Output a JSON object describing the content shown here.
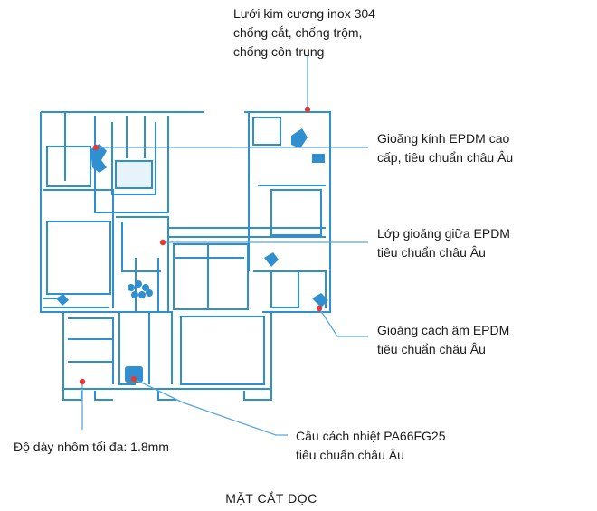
{
  "colors": {
    "profile": "#2f8fd0",
    "profile_light": "#7cc0e8",
    "marker": "#e53935",
    "leader": "#5aa6dc",
    "text": "#1a1a1a"
  },
  "callouts": {
    "mesh": [
      "Lưới kim cương inox 304",
      "chống cắt, chống trộm,",
      "chống côn trung"
    ],
    "glass_gasket": [
      "Gioăng kính EPDM cao",
      "cấp, tiêu chuẩn châu Âu"
    ],
    "middle_gasket": [
      "Lớp gioăng giữa EPDM",
      "tiêu chuẩn châu Âu"
    ],
    "sound_gasket": [
      "Gioăng cách âm EPDM",
      "tiêu chuẩn châu Âu"
    ],
    "thickness": [
      "Độ dày nhôm tối đa: 1.8mm"
    ],
    "thermal_break": [
      "Cầu cách nhiệt PA66FG25",
      "tiêu chuẩn châu Âu"
    ]
  },
  "caption": "MẶT CẮT DỌC"
}
